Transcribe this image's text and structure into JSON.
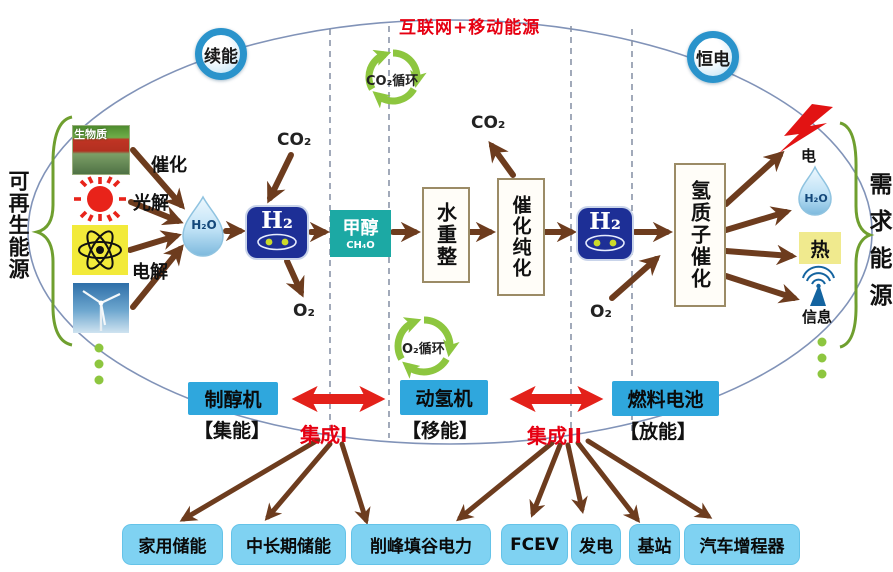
{
  "banner": {
    "title": "互联网+移动能源"
  },
  "nodes": {
    "bubble_left": "续能",
    "bubble_right": "恒电",
    "co2_cycle": "CO₂循环",
    "o2_cycle": "O₂循环",
    "renewable_label": "可再生能源",
    "demand_label": "需求能源",
    "biomass": "生物质",
    "catalysis": "催化",
    "photolysis": "光解",
    "electrolysis": "电解",
    "h2o": "H₂O",
    "co2_in": "CO₂",
    "o2_out": "O₂",
    "co2_out": "CO₂",
    "o2_in": "O₂",
    "h2": "H₂",
    "methanol": "甲醇",
    "methanol_formula": "CH₄O",
    "water_reforming": "水重整",
    "purification": "催化纯化",
    "proton_catalysis": "氢质子催化",
    "out_electric": "电",
    "out_water": "H₂O",
    "out_heat": "热",
    "out_info": "信息"
  },
  "machines": [
    {
      "name": "制醇机",
      "tag": "【集能】"
    },
    {
      "name": "动氢机",
      "tag": "【移能】"
    },
    {
      "name": "燃料电池",
      "tag": "【放能】"
    }
  ],
  "integrations": [
    {
      "label": "集成I"
    },
    {
      "label": "集成II"
    }
  ],
  "applications": [
    {
      "label": "家用储能"
    },
    {
      "label": "中长期储能"
    },
    {
      "label": "削峰填谷电力"
    },
    {
      "label": "FCEV"
    },
    {
      "label": "发电"
    },
    {
      "label": "基站"
    },
    {
      "label": "汽车增程器"
    }
  ],
  "colors": {
    "arrow_brown": "#6d3c1e",
    "accent_red": "#e60012",
    "machine_blue": "#2fa7dd",
    "app_blue": "#7fd2f2",
    "h2_navy": "#1d2f96",
    "methanol_teal": "#1ca9a4",
    "cycle_green": "#8dc63f",
    "heat_yellow": "#f0ea8e"
  }
}
